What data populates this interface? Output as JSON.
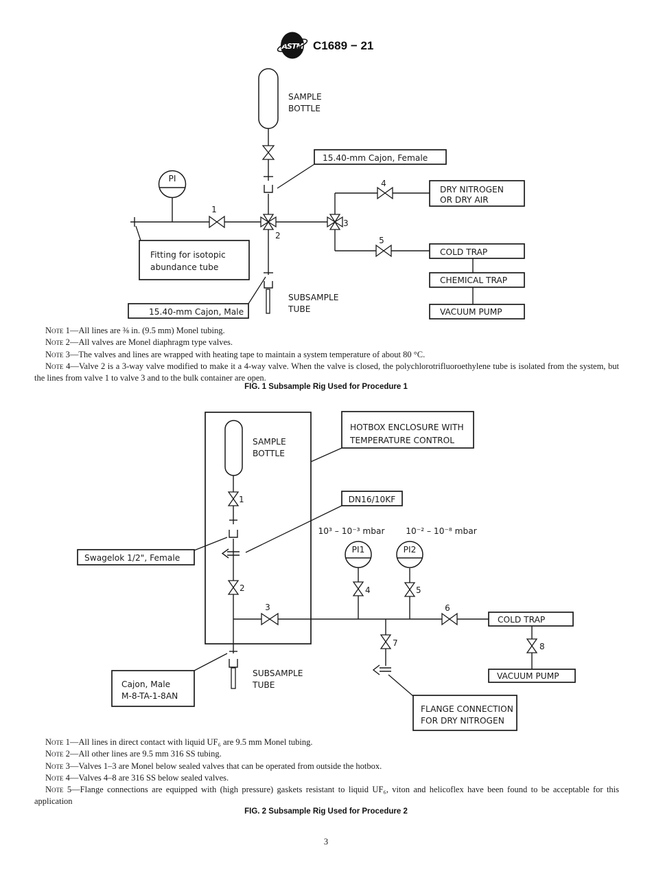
{
  "header": {
    "designation": "C1689 − 21"
  },
  "fig1": {
    "labels": {
      "sample_bottle": [
        "SAMPLE",
        "BOTTLE"
      ],
      "cajon_female": "15.40-mm Cajon, Female",
      "pi": "PI",
      "valve1": "1",
      "valve2": "2",
      "valve3": "3",
      "valve4": "4",
      "valve5": "5",
      "fitting": [
        "Fitting for isotopic",
        "abundance tube"
      ],
      "cajon_male": "15.40-mm Cajon, Male",
      "subsample_tube": [
        "SUBSAMPLE",
        "TUBE"
      ],
      "dry_nitrogen": [
        "DRY NITROGEN",
        "OR DRY AIR"
      ],
      "cold_trap": "COLD TRAP",
      "chemical_trap": "CHEMICAL TRAP",
      "vacuum_pump": "VACUUM PUMP"
    },
    "notes": [
      {
        "label": "Note",
        "body": "1—All lines are ⅜ in. (9.5 mm) Monel tubing."
      },
      {
        "label": "Note",
        "body": "2—All valves are Monel diaphragm type valves."
      },
      {
        "label": "Note",
        "body": "3—The valves and lines are wrapped with heating tape to maintain a system temperature of about 80 °C."
      },
      {
        "label": "Note",
        "body": "4—Valve 2 is a 3-way valve modified to make it a 4-way valve. When the valve is closed, the polychlorotrifluoroethylene tube is isolated from the system, but the lines from valve 1 to valve 3 and to the bulk container are open."
      }
    ],
    "caption": "FIG. 1 Subsample Rig Used for Procedure 1"
  },
  "fig2": {
    "labels": {
      "sample_bottle": [
        "SAMPLE",
        "BOTTLE"
      ],
      "hotbox": [
        "HOTBOX ENCLOSURE WITH",
        "TEMPERATURE CONTROL"
      ],
      "dn16": "DN16/10KF",
      "swagelok": "Swagelok 1/2\", Female",
      "pi1": "PI1",
      "pi2": "PI2",
      "range1": "10³ – 10⁻³ mbar",
      "range2": "10⁻² – 10⁻⁸ mbar",
      "valve1": "1",
      "valve2": "2",
      "valve3": "3",
      "valve4": "4",
      "valve5": "5",
      "valve6": "6",
      "valve7": "7",
      "valve8": "8",
      "cold_trap": "COLD TRAP",
      "vacuum_pump": "VACUUM PUMP",
      "flange": [
        "FLANGE CONNECTION",
        "FOR DRY NITROGEN"
      ],
      "cajon_male": [
        "Cajon, Male",
        "M-8-TA-1-8AN"
      ],
      "subsample_tube": [
        "SUBSAMPLE",
        "TUBE"
      ]
    },
    "notes": [
      {
        "label": "Note",
        "body": "1—All lines in direct contact with liquid UF₆ are 9.5 mm Monel tubing."
      },
      {
        "label": "Note",
        "body": "2—All other lines are 9.5 mm 316 SS tubing."
      },
      {
        "label": "Note",
        "body": "3—Valves 1–3 are Monel below sealed valves that can be operated from outside the hotbox."
      },
      {
        "label": "Note",
        "body": "4—Valves 4–8 are 316 SS below sealed valves."
      },
      {
        "label": "Note",
        "body": "5—Flange connections are equipped with (high pressure) gaskets resistant to liquid UF₆, viton and helicoflex have been found to be acceptable for this application"
      }
    ],
    "caption": "FIG. 2 Subsample Rig Used for Procedure 2"
  },
  "footer": {
    "page_number": "3"
  }
}
